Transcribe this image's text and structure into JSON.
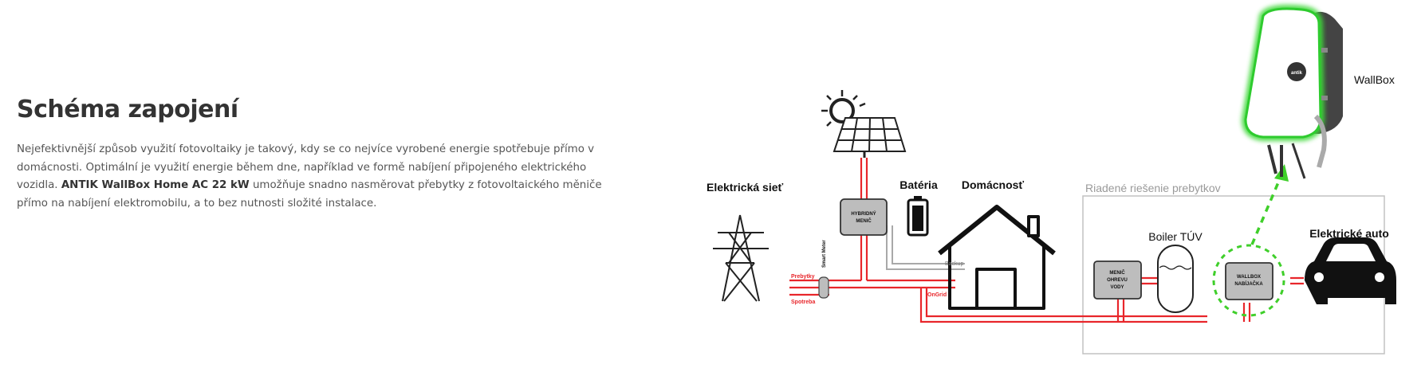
{
  "section": {
    "title": "Schéma zapojení",
    "text_before": "Nejefektivnější způsob využití fotovoltaiky je takový, kdy se co nejvíce vyrobené energie spotřebuje přímo v domácnosti. Optimální je využití energie během dne, například ve formě nabíjení připojeného elektrického vozidla. ",
    "product": "ANTIK WallBox Home AC 22 kW",
    "text_after": " umožňuje snadno nasměrovat přebytky z fotovoltaického měniče přímo na nabíjení elektromobilu, a to bez nutnosti složité instalace."
  },
  "diagram": {
    "grid_label": "Elektrická sieť",
    "battery_label": "Batéria",
    "house_label": "Domácnosť",
    "surplus_area_label": "Riadené riešenie prebytkov",
    "boiler_label": "Boiler TÚV",
    "car_label": "Elektrické auto",
    "wallbox_label": "WallBox",
    "inverter_line1": "HYBRIDNÝ",
    "inverter_line2": "MENIČ",
    "heater_line1": "MENIČ",
    "heater_line2": "OHREVU",
    "heater_line3": "VODY",
    "charger_line1": "WALLBOX",
    "charger_line2": "NABÍJAČKA",
    "smart_meter_label": "Smart Meter",
    "surplus_flow_label": "Prebytky",
    "consumption_flow_label": "Spotreba",
    "backup_label": "Backup",
    "ongrid_label": "OnGrid",
    "wallbox_logo": "antik",
    "colors": {
      "power_line": "#e8262b",
      "data_line": "#a9a9a9",
      "dashed": "#3fcf2a",
      "device_fill": "#bdbdbd"
    }
  }
}
